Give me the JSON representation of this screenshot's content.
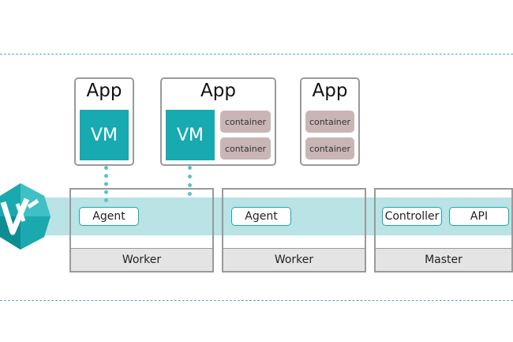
{
  "apps": [
    {
      "title": "App",
      "vm": "VM",
      "containers": []
    },
    {
      "title": "App",
      "vm": "VM",
      "containers": [
        "container",
        "container"
      ]
    },
    {
      "title": "App",
      "vm": null,
      "containers": [
        "container",
        "container"
      ]
    }
  ],
  "nodes": [
    {
      "footer": "Worker",
      "components": [
        "Agent"
      ]
    },
    {
      "footer": "Worker",
      "components": [
        "Agent"
      ]
    },
    {
      "footer": "Master",
      "components": [
        "Controller",
        "API"
      ]
    }
  ],
  "colors": {
    "teal": "#17aab0",
    "band": "#b9e3e5",
    "container": "#c9b6b4",
    "box_border": "#9a9a9a",
    "dashed_line": "#4aaebb"
  },
  "icons": {
    "logo": "v-hexagon-logo-icon"
  }
}
